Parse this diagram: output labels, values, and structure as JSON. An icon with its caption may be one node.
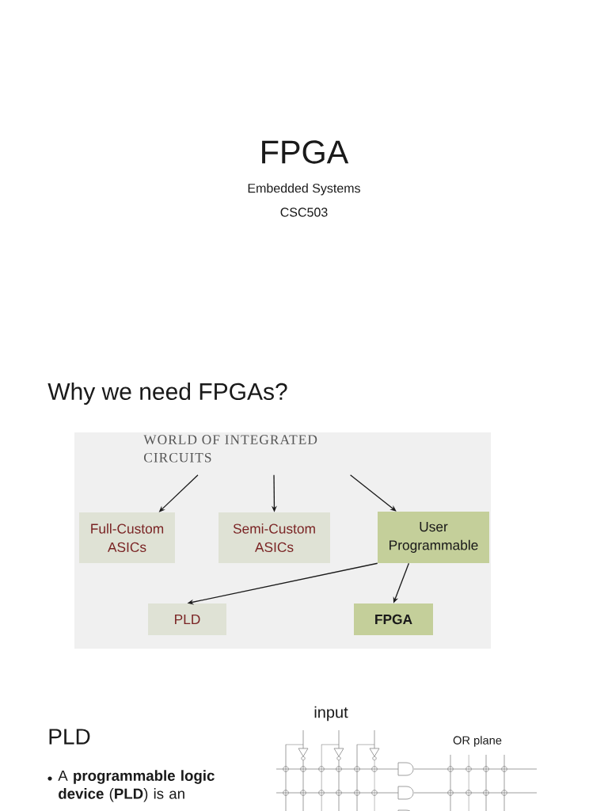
{
  "diagram": {
    "title": "FPGA",
    "nodes": [
      {
        "text": [
          "WORLD OF INTEGRATED CIRCUITS"
        ]
      },
      {
        "text": [
          "Full-Custom ASICs"
        ]
      },
      {
        "text": [
          "Semi-Custom ASICs"
        ]
      },
      {
        "text": [
          "User Programmable"
        ]
      },
      {
        "text": [
          "PLD"
        ]
      },
      {
        "text": [
          "FPGA"
        ]
      }
    ],
    "edges": [
      {
        "from": 0,
        "to": 1,
        "arrow": "to"
      },
      {
        "from": 0,
        "to": 2,
        "arrow": "to"
      },
      {
        "from": 0,
        "to": 3,
        "arrow": "to"
      },
      {
        "from": 3,
        "to": 4,
        "arrow": "to"
      },
      {
        "from": 3,
        "to": 5,
        "arrow": "to"
      }
    ],
    "labels": [
      "Embedded Systems",
      "CSC503",
      "Why we need FPGAs?",
      "input",
      "PLD",
      "OR plane",
      "A **programmable logic device** (**PLD**) is an"
    ]
  }
}
